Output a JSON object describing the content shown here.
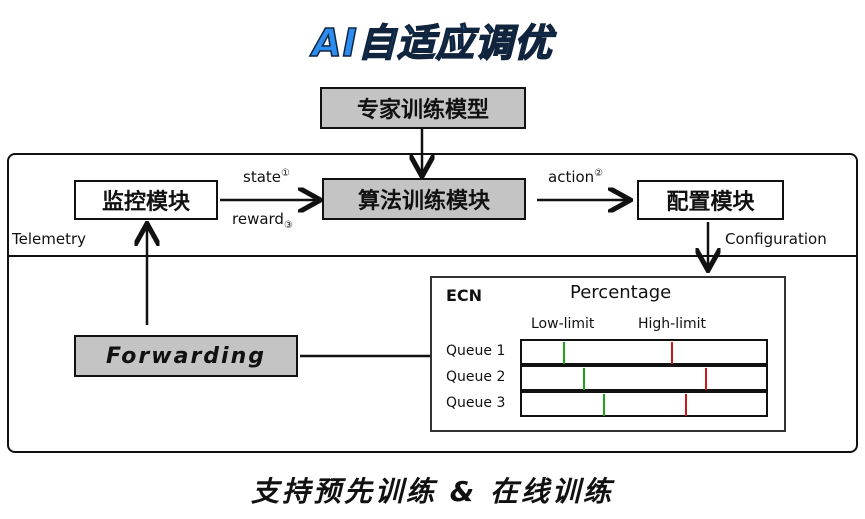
{
  "title": "AI自适应调优",
  "expert_model": "专家训练模型",
  "monitor_module": "监控模块",
  "algo_module": "算法训练模块",
  "config_module": "配置模块",
  "state_label": "state",
  "state_num": "①",
  "reward_label": "reward",
  "reward_num": "③",
  "action_label": "action",
  "action_num": "②",
  "telemetry": "Telemetry",
  "configuration": "Configuration",
  "forwarding": "Forwarding",
  "ecn": {
    "title": "ECN",
    "heading": "Percentage",
    "low_label": "Low-limit",
    "high_label": "High-limit",
    "low_color": "#1aa51a",
    "high_color": "#cc1a1a",
    "queues": [
      {
        "name": "Queue 1",
        "low_pct": 17,
        "high_pct": 61
      },
      {
        "name": "Queue 2",
        "low_pct": 25,
        "high_pct": 75
      },
      {
        "name": "Queue 3",
        "low_pct": 33,
        "high_pct": 67
      }
    ]
  },
  "footer": "支持预先训练 & 在线训练"
}
